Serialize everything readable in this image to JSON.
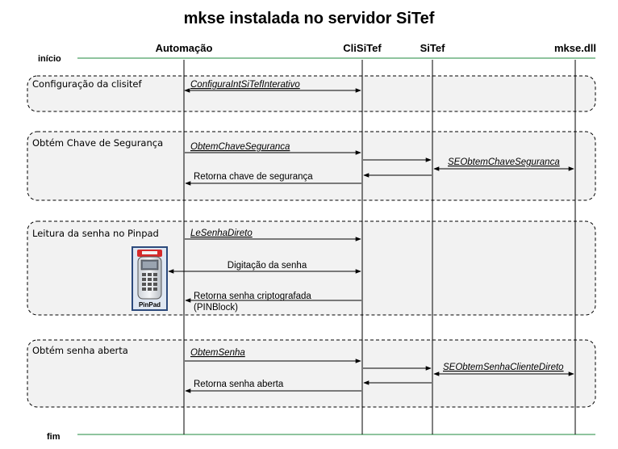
{
  "title": "mkse instalada no servidor SiTef",
  "participants": {
    "automacao": "Automação",
    "clisitef": "CliSiTef",
    "sitef": "SiTef",
    "mkse": "mkse.dll"
  },
  "markers": {
    "inicio": "início",
    "fim": "fim"
  },
  "sections": [
    {
      "label": "Configuração da clisitef",
      "messages": [
        {
          "text": "ConfiguraIntSiTefInterativo",
          "from": "automacao",
          "to": "clisitef",
          "style": "italic-underline",
          "arrow": "both"
        }
      ]
    },
    {
      "label": "Obtém Chave de Segurança",
      "messages": [
        {
          "text": "ObtemChaveSeguranca",
          "from": "automacao",
          "to": "clisitef",
          "style": "italic-underline",
          "arrow": "to"
        },
        {
          "text": "",
          "from": "clisitef",
          "to": "sitef",
          "style": "",
          "arrow": "to"
        },
        {
          "text": "SEObtemChaveSeguranca",
          "from": "sitef",
          "to": "mkse",
          "style": "italic-underline",
          "arrow": "both"
        },
        {
          "text": "",
          "from": "sitef",
          "to": "clisitef",
          "style": "",
          "arrow": "to"
        },
        {
          "text": "Retorna chave de segurança",
          "from": "clisitef",
          "to": "automacao",
          "style": "",
          "arrow": "to"
        }
      ]
    },
    {
      "label": "Leitura da senha no Pinpad",
      "device_label": "PinPad",
      "messages": [
        {
          "text": "LeSenhaDireto",
          "from": "automacao",
          "to": "clisitef",
          "style": "italic-underline",
          "arrow": "to"
        },
        {
          "text": "Digitação da senha",
          "from": "pinpad",
          "to": "clisitef",
          "style": "",
          "arrow": "both"
        },
        {
          "text": "Retorna senha criptografada",
          "text2": "(PINBlock)",
          "from": "clisitef",
          "to": "automacao",
          "style": "",
          "arrow": "to"
        }
      ]
    },
    {
      "label": "Obtém senha aberta",
      "messages": [
        {
          "text": "ObtemSenha",
          "from": "automacao",
          "to": "clisitef",
          "style": "italic-underline",
          "arrow": "to"
        },
        {
          "text": "",
          "from": "clisitef",
          "to": "sitef",
          "style": "",
          "arrow": "to"
        },
        {
          "text": "SEObtemSenhaClienteDireto",
          "from": "sitef",
          "to": "mkse",
          "style": "italic-underline",
          "arrow": "both"
        },
        {
          "text": "",
          "from": "sitef",
          "to": "clisitef",
          "style": "",
          "arrow": "to"
        },
        {
          "text": "Retorna senha aberta",
          "from": "clisitef",
          "to": "automacao",
          "style": "",
          "arrow": "to"
        }
      ]
    }
  ],
  "colors": {
    "lifeline": "#000000",
    "marker_line": "#1f8a3c",
    "section_fill": "#f2f2f2",
    "pinpad_frame": "#2c4a7c",
    "pinpad_top": "#d62a2a"
  }
}
